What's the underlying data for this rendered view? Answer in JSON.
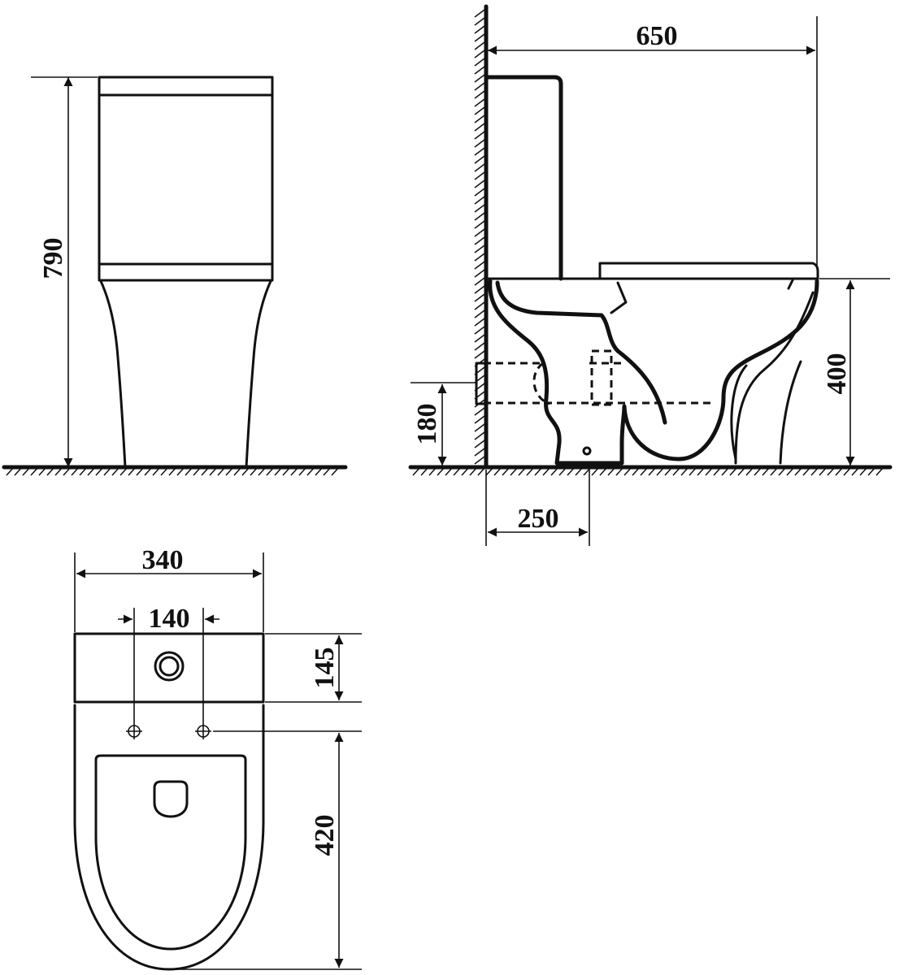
{
  "dimensions": {
    "front_height": "790",
    "side_depth": "650",
    "side_seat_height": "400",
    "side_outlet_height": "180",
    "side_outlet_from_wall": "250",
    "top_width": "340",
    "top_bolt_spacing": "140",
    "top_tank_depth": "145",
    "top_bowl_length": "420"
  },
  "colors": {
    "line": "#111111",
    "background": "#ffffff"
  }
}
